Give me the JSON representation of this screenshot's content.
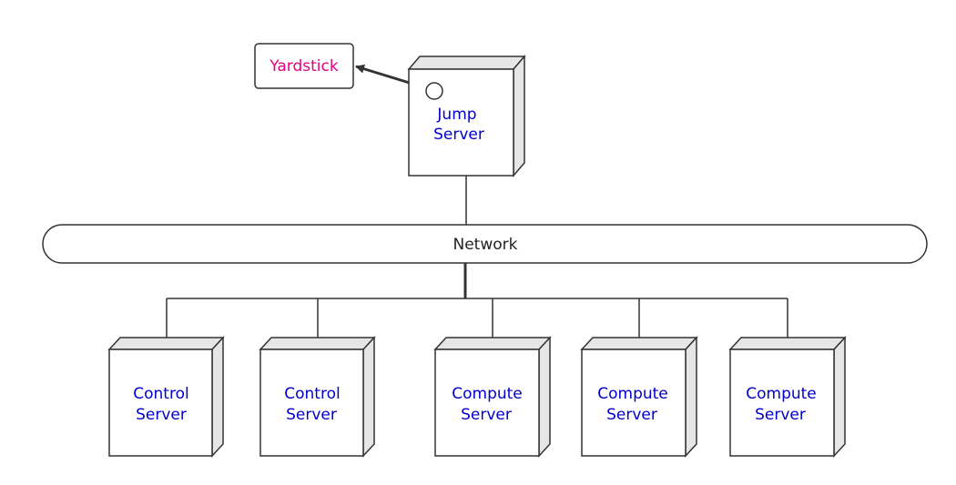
{
  "yardstick": {
    "label": "Yardstick",
    "color": "#e4007f"
  },
  "network": {
    "label": "Network",
    "color": "#222222"
  },
  "node_text_color": "#0000cc",
  "jump_server": {
    "line1": "Jump",
    "line2": "Server"
  },
  "servers": [
    {
      "line1": "Control",
      "line2": "Server"
    },
    {
      "line1": "Control",
      "line2": "Server"
    },
    {
      "line1": "Compute",
      "line2": "Server"
    },
    {
      "line1": "Compute",
      "line2": "Server"
    },
    {
      "line1": "Compute",
      "line2": "Server"
    }
  ]
}
